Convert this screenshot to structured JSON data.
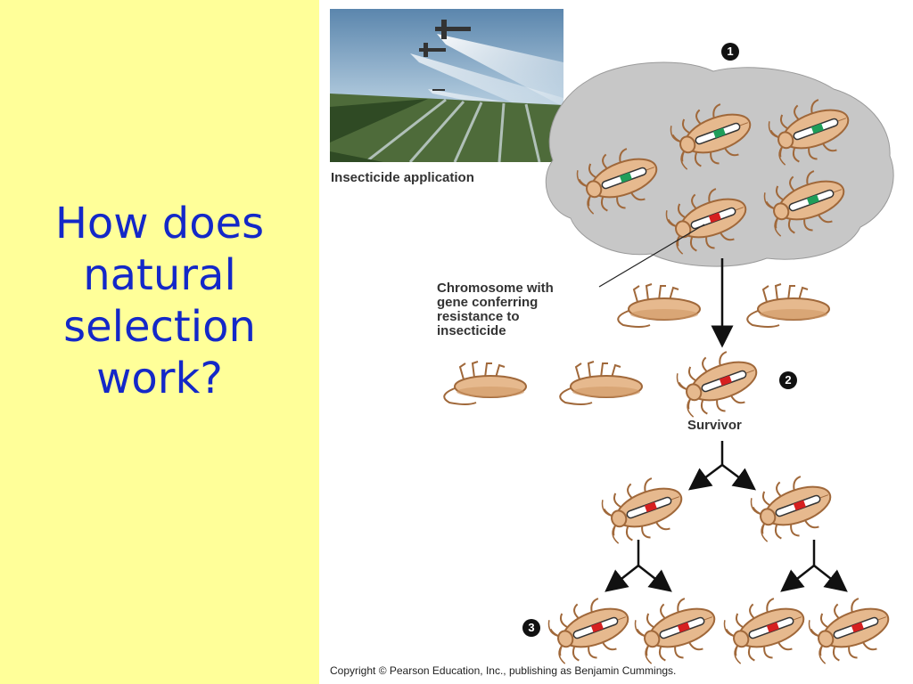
{
  "slide": {
    "title_lines": [
      "How does",
      "natural",
      "selection",
      "work?"
    ]
  },
  "figure": {
    "photo_caption": "Insecticide application",
    "chromosome_label_lines": [
      "Chromosome with",
      "gene conferring",
      "resistance to",
      "insecticide"
    ],
    "survivor_label": "Survivor",
    "steps": [
      "1",
      "2",
      "3"
    ],
    "copyright": "Copyright © Pearson Education, Inc., publishing as Benjamin Cummings."
  },
  "colors": {
    "slide_background": "#ffff99",
    "title_color": "#1428c8",
    "cloud_fill": "#c7c7c7",
    "beetle_body": "#e6b98e",
    "beetle_outline": "#a0683a",
    "susceptible_gene": "#1f9e5a",
    "resistant_gene": "#d62020",
    "arrow_color": "#111111"
  },
  "icons": [
    "crop-duster-plane-photo",
    "beetle-icon",
    "dead-beetle-icon",
    "arrow-icon"
  ]
}
